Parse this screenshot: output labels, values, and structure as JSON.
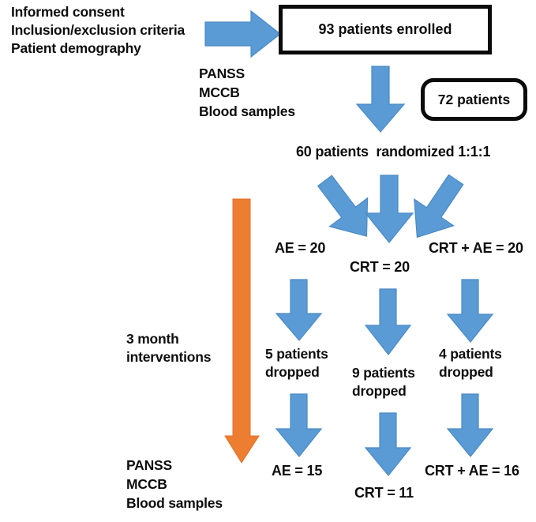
{
  "diagram": {
    "title": "Clinical trial participant flow diagram",
    "colors": {
      "arrow_blue": "#5B9BD5",
      "arrow_blue_stroke": "#417FBF",
      "arrow_orange": "#ED7D31",
      "box_border": "#0A0A0A",
      "text": "#0D0D0D",
      "background": "#FFFFFF"
    },
    "screening": {
      "line1": "Informed consent",
      "line2": "Inclusion/exclusion criteria",
      "line3": "Patient demography"
    },
    "baseline_assessments": {
      "line1": "PANSS",
      "line2": "MCCB",
      "line3": "Blood samples"
    },
    "enrolled_box": {
      "label": "93 patients enrolled",
      "shape": "rectangle"
    },
    "eligible_box": {
      "label": "72 patients",
      "shape": "rounded-rectangle"
    },
    "randomization": {
      "label": "60 patients  randomized 1:1:1"
    },
    "timeline": {
      "line1": "3 month",
      "line2": "interventions"
    },
    "endpoint_assessments": {
      "line1": "PANSS",
      "line2": "MCCB",
      "line3": "Blood samples"
    },
    "arms": [
      {
        "id": "ae",
        "allocated": "AE = 20",
        "dropped": "5 patients\ndropped",
        "dropped_line1": "5 patients",
        "dropped_line2": "dropped",
        "completed": "AE = 15"
      },
      {
        "id": "crt",
        "allocated": "CRT = 20",
        "dropped": "9 patients\ndropped",
        "dropped_line1": "9 patients",
        "dropped_line2": "dropped",
        "completed": "CRT = 11"
      },
      {
        "id": "crt-ae",
        "allocated": "CRT + AE = 20",
        "dropped": "4 patients\ndropped",
        "dropped_line1": "4 patients",
        "dropped_line2": "dropped",
        "completed": "CRT + AE = 16"
      }
    ],
    "arrows": {
      "screening_to_enrolled": "right-arrow-icon",
      "enrolled_to_eligible": "down-arrow-icon",
      "randomize_left": "down-left-arrow-icon",
      "randomize_middle": "down-arrow-icon",
      "randomize_right": "down-right-arrow-icon",
      "timeline": "orange-down-arrow-icon"
    }
  }
}
